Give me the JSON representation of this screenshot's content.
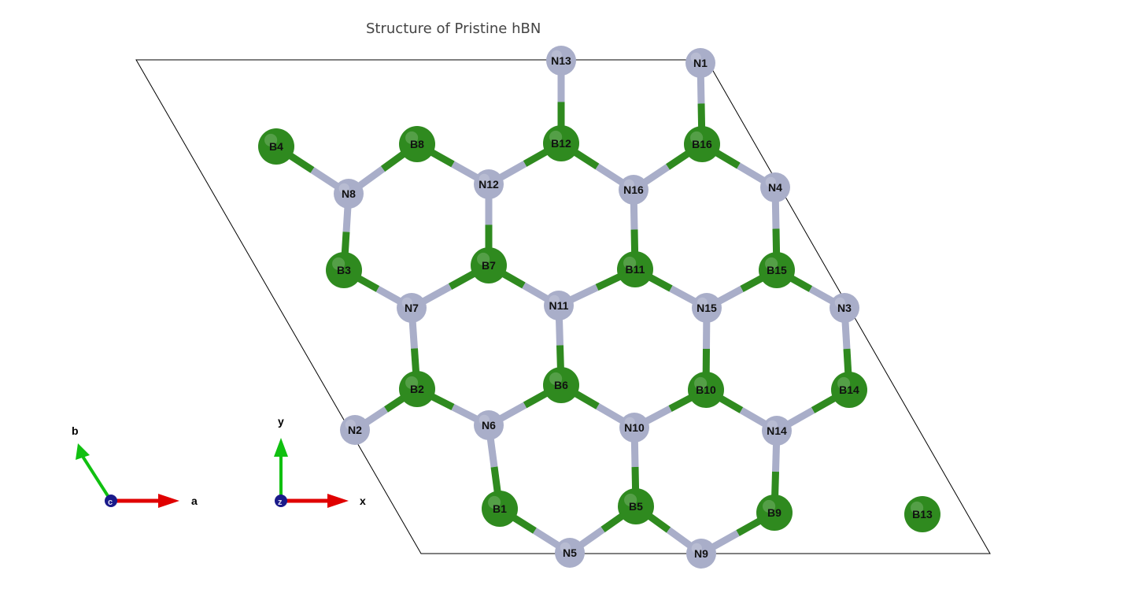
{
  "title": "Structure of Pristine hBN",
  "colors": {
    "boron": "#2f8a1f",
    "nitrogen": "#a9aec9",
    "cell": "#000000",
    "axis_a": "#e00000",
    "axis_b": "#10c010",
    "axis_c": "#1a1a8a"
  },
  "atoms": [
    "N13",
    "N1",
    "B4",
    "B8",
    "B12",
    "B16",
    "N8",
    "N12",
    "N16",
    "N4",
    "B3",
    "B7",
    "B11",
    "B15",
    "N7",
    "N11",
    "N15",
    "N3",
    "B2",
    "B6",
    "B10",
    "B14",
    "N2",
    "N6",
    "N10",
    "N14",
    "B1",
    "B5",
    "B9",
    "B13",
    "N5",
    "N9"
  ],
  "bonds": [
    [
      "N13",
      "B12"
    ],
    [
      "N1",
      "B16"
    ],
    [
      "B4",
      "N8"
    ],
    [
      "B8",
      "N8"
    ],
    [
      "B8",
      "N12"
    ],
    [
      "B12",
      "N12"
    ],
    [
      "B12",
      "N16"
    ],
    [
      "B16",
      "N16"
    ],
    [
      "B16",
      "N4"
    ],
    [
      "N8",
      "B3"
    ],
    [
      "N12",
      "B7"
    ],
    [
      "N16",
      "B11"
    ],
    [
      "N4",
      "B15"
    ],
    [
      "B3",
      "N7"
    ],
    [
      "B7",
      "N7"
    ],
    [
      "B7",
      "N11"
    ],
    [
      "B11",
      "N11"
    ],
    [
      "B11",
      "N15"
    ],
    [
      "B15",
      "N15"
    ],
    [
      "B15",
      "N3"
    ],
    [
      "N7",
      "B2"
    ],
    [
      "N11",
      "B6"
    ],
    [
      "N15",
      "B10"
    ],
    [
      "N3",
      "B14"
    ],
    [
      "B2",
      "N2"
    ],
    [
      "B2",
      "N6"
    ],
    [
      "B6",
      "N6"
    ],
    [
      "B6",
      "N10"
    ],
    [
      "B10",
      "N10"
    ],
    [
      "B10",
      "N14"
    ],
    [
      "B14",
      "N14"
    ],
    [
      "N6",
      "B1"
    ],
    [
      "N10",
      "B5"
    ],
    [
      "N14",
      "B9"
    ],
    [
      "B1",
      "N5"
    ],
    [
      "B5",
      "N5"
    ],
    [
      "B5",
      "N9"
    ],
    [
      "B9",
      "N9"
    ]
  ],
  "axes_lattice": {
    "a": "a",
    "b": "b",
    "c": "c"
  },
  "axes_cartesian": {
    "x": "x",
    "y": "y",
    "z": "z"
  }
}
